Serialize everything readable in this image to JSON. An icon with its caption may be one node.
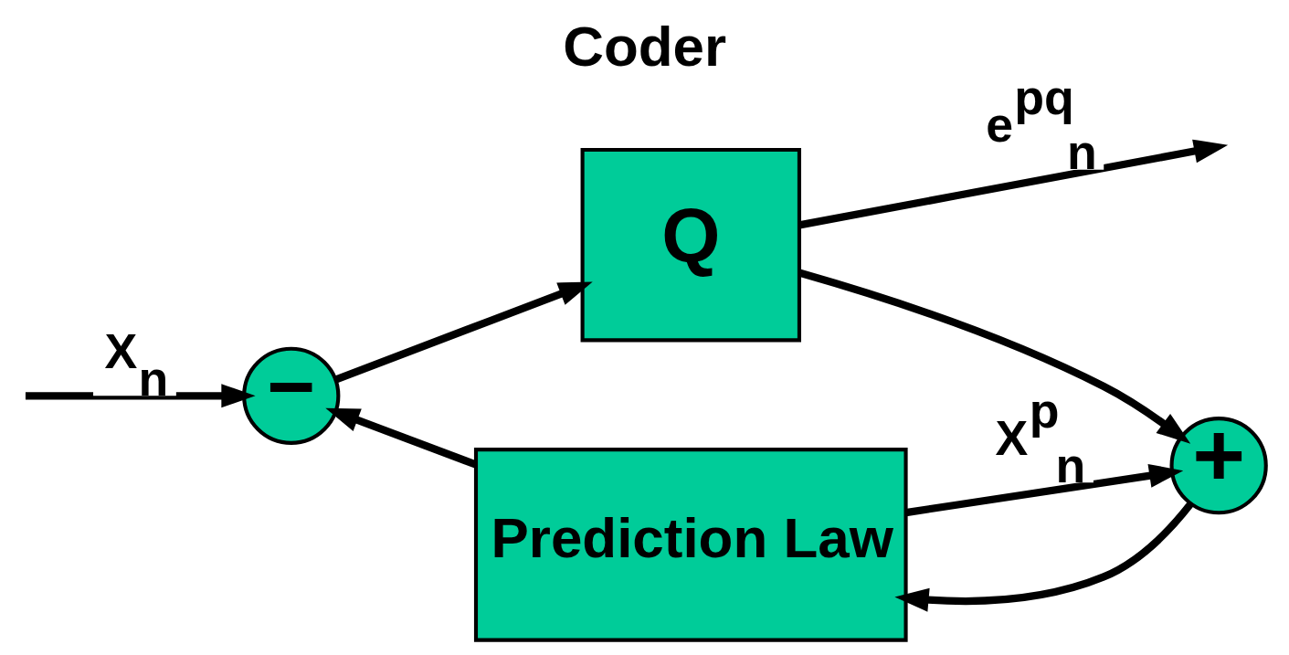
{
  "diagram": {
    "title": "Coder",
    "nodes": [
      {
        "text": [
          "−"
        ]
      },
      {
        "text": [
          "Q"
        ]
      },
      {
        "text": [
          "+"
        ]
      },
      {
        "text": [
          "Prediction Law"
        ]
      }
    ],
    "edges": [
      {
        "from": null,
        "to": 0,
        "arrow": "to",
        "label": "X$_{n}$"
      },
      {
        "from": 0,
        "to": 1,
        "arrow": "to"
      },
      {
        "from": 1,
        "to": null,
        "arrow": "to",
        "label": "e$^{pq}$$_{n}$"
      },
      {
        "from": 1,
        "to": 2,
        "arrow": "to"
      },
      {
        "from": 2,
        "to": 3,
        "arrow": "to"
      },
      {
        "from": 3,
        "to": 0,
        "arrow": "to"
      },
      {
        "from": 3,
        "to": 2,
        "arrow": "to",
        "label": "X$^{p}$$_{n}$"
      }
    ]
  }
}
